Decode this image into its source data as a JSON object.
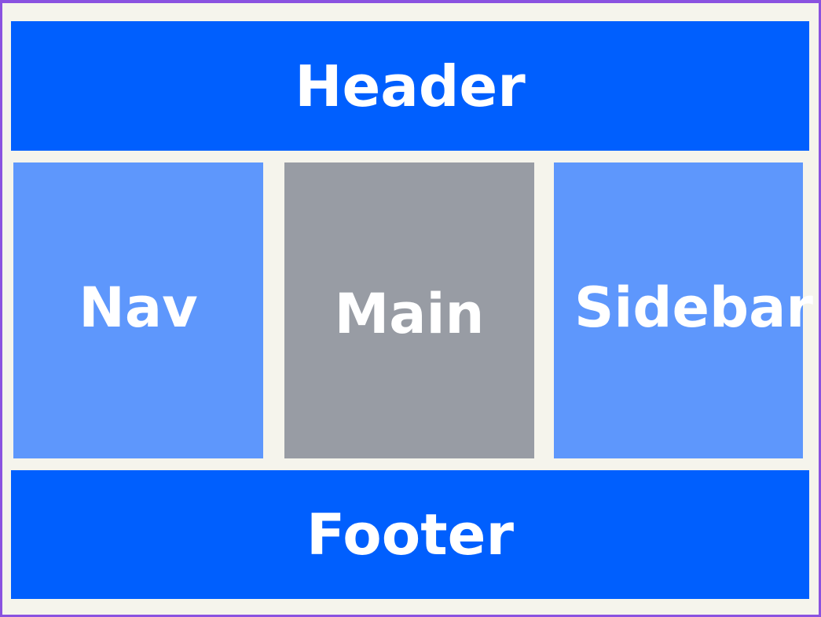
{
  "colors": {
    "background": "#f5f4ec",
    "frame_border": "#8a52e0",
    "header_footer": "#005ffe",
    "nav_sidebar": "#5e97fc",
    "main": "#989ca4",
    "text": "#ffffff"
  },
  "layout_blocks": {
    "header": {
      "label": "Header"
    },
    "nav": {
      "label": "Nav"
    },
    "main": {
      "label": "Main"
    },
    "sidebar": {
      "label": "Sidebar"
    },
    "footer": {
      "label": "Footer"
    }
  }
}
